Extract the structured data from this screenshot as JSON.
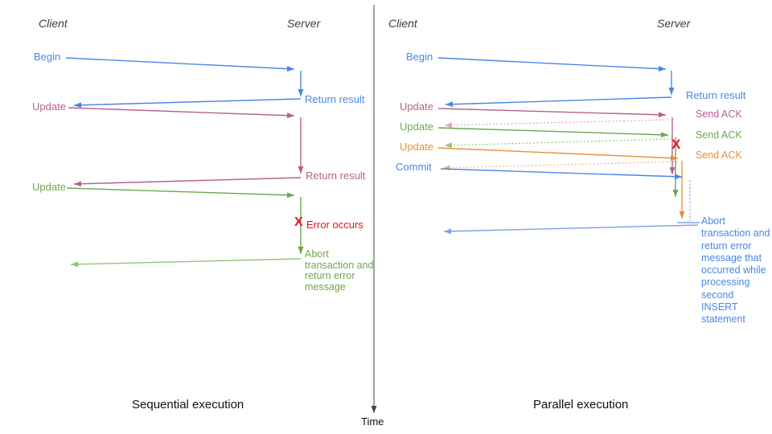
{
  "colors": {
    "blue": "#4a86e8",
    "blueLight": "#7ba3ee",
    "pink": "#b5618f",
    "pinkLight": "#d8a7c0",
    "green": "#6aa84f",
    "greenLight": "#93c47d",
    "orange": "#e69138",
    "orangeLight": "#f3b870",
    "red": "#e81123",
    "axis": "#444444",
    "heading": "#3c3c3c",
    "caption": "#111111"
  },
  "left": {
    "client": "Client",
    "server": "Server",
    "begin": "Begin",
    "return_result_1": "Return result",
    "update_1": "Update",
    "return_result_2": "Return result",
    "update_2": "Update",
    "error_mark": "X",
    "error_label": "Error occurs",
    "abort_note": "Abort transaction and return error message",
    "caption": "Sequential execution"
  },
  "right": {
    "client": "Client",
    "server": "Server",
    "begin": "Begin",
    "return_result": "Return result",
    "update_1": "Update",
    "send_ack_1": "Send ACK",
    "update_2": "Update",
    "send_ack_2": "Send ACK",
    "update_3": "Update",
    "send_ack_3": "Send ACK",
    "commit": "Commit",
    "error_mark": "X",
    "abort_note": "Abort transaction and return error message that occurred while processing second INSERT statement",
    "caption": "Parallel execution"
  },
  "time_axis": {
    "label": "Time"
  }
}
